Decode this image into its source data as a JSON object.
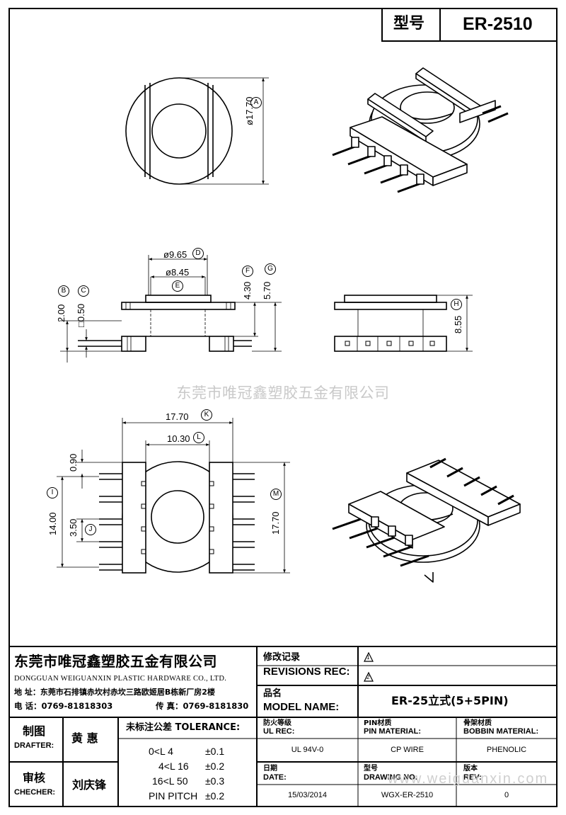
{
  "header": {
    "model_label": "型号",
    "model_value": "ER-2510"
  },
  "watermark": {
    "company": "东莞市唯冠鑫塑胶五金有限公司",
    "url": "www.weiguanxin.com"
  },
  "dimensions": {
    "A": {
      "circle": "A",
      "value": "ø17.70"
    },
    "B": {
      "circle": "B",
      "value": "2.00"
    },
    "C": {
      "circle": "C",
      "value": "□0.50"
    },
    "D": {
      "circle": "D",
      "value": "ø9.65"
    },
    "E": {
      "circle": "E",
      "value": "ø8.45"
    },
    "F": {
      "circle": "F",
      "value": "4.30"
    },
    "G": {
      "circle": "G",
      "value": "5.70"
    },
    "H": {
      "circle": "H",
      "value": "8.55"
    },
    "I": {
      "circle": "I",
      "value": "14.00"
    },
    "J": {
      "circle": "J",
      "value": "3.50"
    },
    "K": {
      "circle": "K",
      "value": "17.70"
    },
    "L": {
      "circle": "L",
      "value": "10.30"
    },
    "M": {
      "circle": "M",
      "value": "17.70"
    },
    "top_gap": {
      "value": "0.90"
    }
  },
  "company": {
    "name_cn": "东莞市唯冠鑫塑胶五金有限公司",
    "name_en": "DONGGUAN WEIGUANXIN PLASTIC HARDWARE CO., LTD.",
    "address": "地 址：东莞市石排镇赤坎村赤坎三路欧姬居B栋新厂房2楼",
    "phone": "电 话：0769-81818303",
    "fax": "传 真：0769-8181830"
  },
  "revisions": {
    "label_cn": "修改记录",
    "label_en": "REVISIONS REC:",
    "rev1": "1",
    "rev2": "2"
  },
  "model": {
    "label_cn": "品名",
    "label_en": "MODEL NAME:",
    "value": "ER-25立式(5+5PIN)"
  },
  "drafter": {
    "label_cn": "制图",
    "label_en": "DRAFTER:",
    "name": "黄 惠"
  },
  "checker": {
    "label_cn": "审核",
    "label_en": "CHECHER:",
    "name": "刘庆锋"
  },
  "tolerance": {
    "title": "未标注公差 TOLERANCE:",
    "rows": [
      {
        "range": "0<L  4",
        "value": "±0.1"
      },
      {
        "range": "4<L  16",
        "value": "±0.2"
      },
      {
        "range": "16<L  50",
        "value": "±0.3"
      },
      {
        "range": "PIN PITCH",
        "value": "±0.2"
      }
    ]
  },
  "specs": {
    "ul": {
      "label_cn": "防火等级",
      "label_en": "UL REC:",
      "value": "UL 94V-0"
    },
    "pin": {
      "label_cn": "PIN材质",
      "label_en": "PIN MATERIAL:",
      "value": "CP WIRE"
    },
    "bobbin": {
      "label_cn": "骨架材质",
      "label_en": "BOBBIN MATERIAL:",
      "value": "PHENOLIC"
    },
    "date": {
      "label_cn": "日期",
      "label_en": "DATE:",
      "value": "15/03/2014"
    },
    "drawing": {
      "label_cn": "型号",
      "label_en": "DRAWING NO:",
      "value": "WGX-ER-2510"
    },
    "rev": {
      "label_cn": "版本",
      "label_en": "REV:",
      "value": "0"
    }
  }
}
